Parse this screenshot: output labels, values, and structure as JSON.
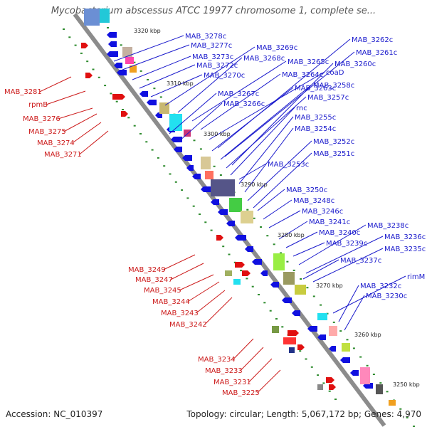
{
  "title": "Mycobacterium abscessus ATCC 19977 chromosome 1, complete se...",
  "footer": {
    "accession": "Accession: NC_010397",
    "summary": "Topology: circular; Length: 5,067,172 bp; Genes: 4,970"
  },
  "colors": {
    "backbone": "#8c8c8c",
    "forward_gene": "#e01010",
    "reverse_gene": "#1010e0",
    "forward_label": "#cc1a1a",
    "reverse_label": "#1a1acc",
    "dots": "#2e8b2e"
  },
  "scale_labels": [
    "3320 kbp",
    "3310 kbp",
    "3300 kbp",
    "3290 kbp",
    "3280 kbp",
    "3270 kbp",
    "3260 kbp",
    "3250 kbp"
  ],
  "reverse_labels": [
    "MAB_3278c",
    "MAB_3277c",
    "MAB_3273c",
    "MAB_3272c",
    "MAB_3270c",
    "MAB_3269c",
    "MAB_3268c",
    "MAB_3265c",
    "MAB_3264c",
    "coaD",
    "MAB_3262c",
    "MAB_3261c",
    "MAB_3260c",
    "MAB_3267c",
    "MAB_3266c",
    "MAB_3263c",
    "MAB_3258c",
    "MAB_3257c",
    "rnc",
    "MAB_3255c",
    "MAB_3254c",
    "MAB_3252c",
    "MAB_3251c",
    "MAB_3253c",
    "MAB_3250c",
    "MAB_3248c",
    "MAB_3246c",
    "MAB_3241c",
    "MAB_3240c",
    "MAB_3239c",
    "MAB_3238c",
    "MAB_3236c",
    "MAB_3235c",
    "MAB_3237c",
    "rimM",
    "MAB_3232c",
    "MAB_3230c"
  ],
  "forward_labels": [
    "MAB_3281",
    "rpmB",
    "MAB_3276",
    "MAB_3275",
    "MAB_3274",
    "MAB_3271",
    "MAB_3249",
    "MAB_3247",
    "MAB_3245",
    "MAB_3244",
    "MAB_3243",
    "MAB_3242",
    "MAB_3234",
    "MAB_3233",
    "MAB_3231",
    "MAB_3225"
  ]
}
